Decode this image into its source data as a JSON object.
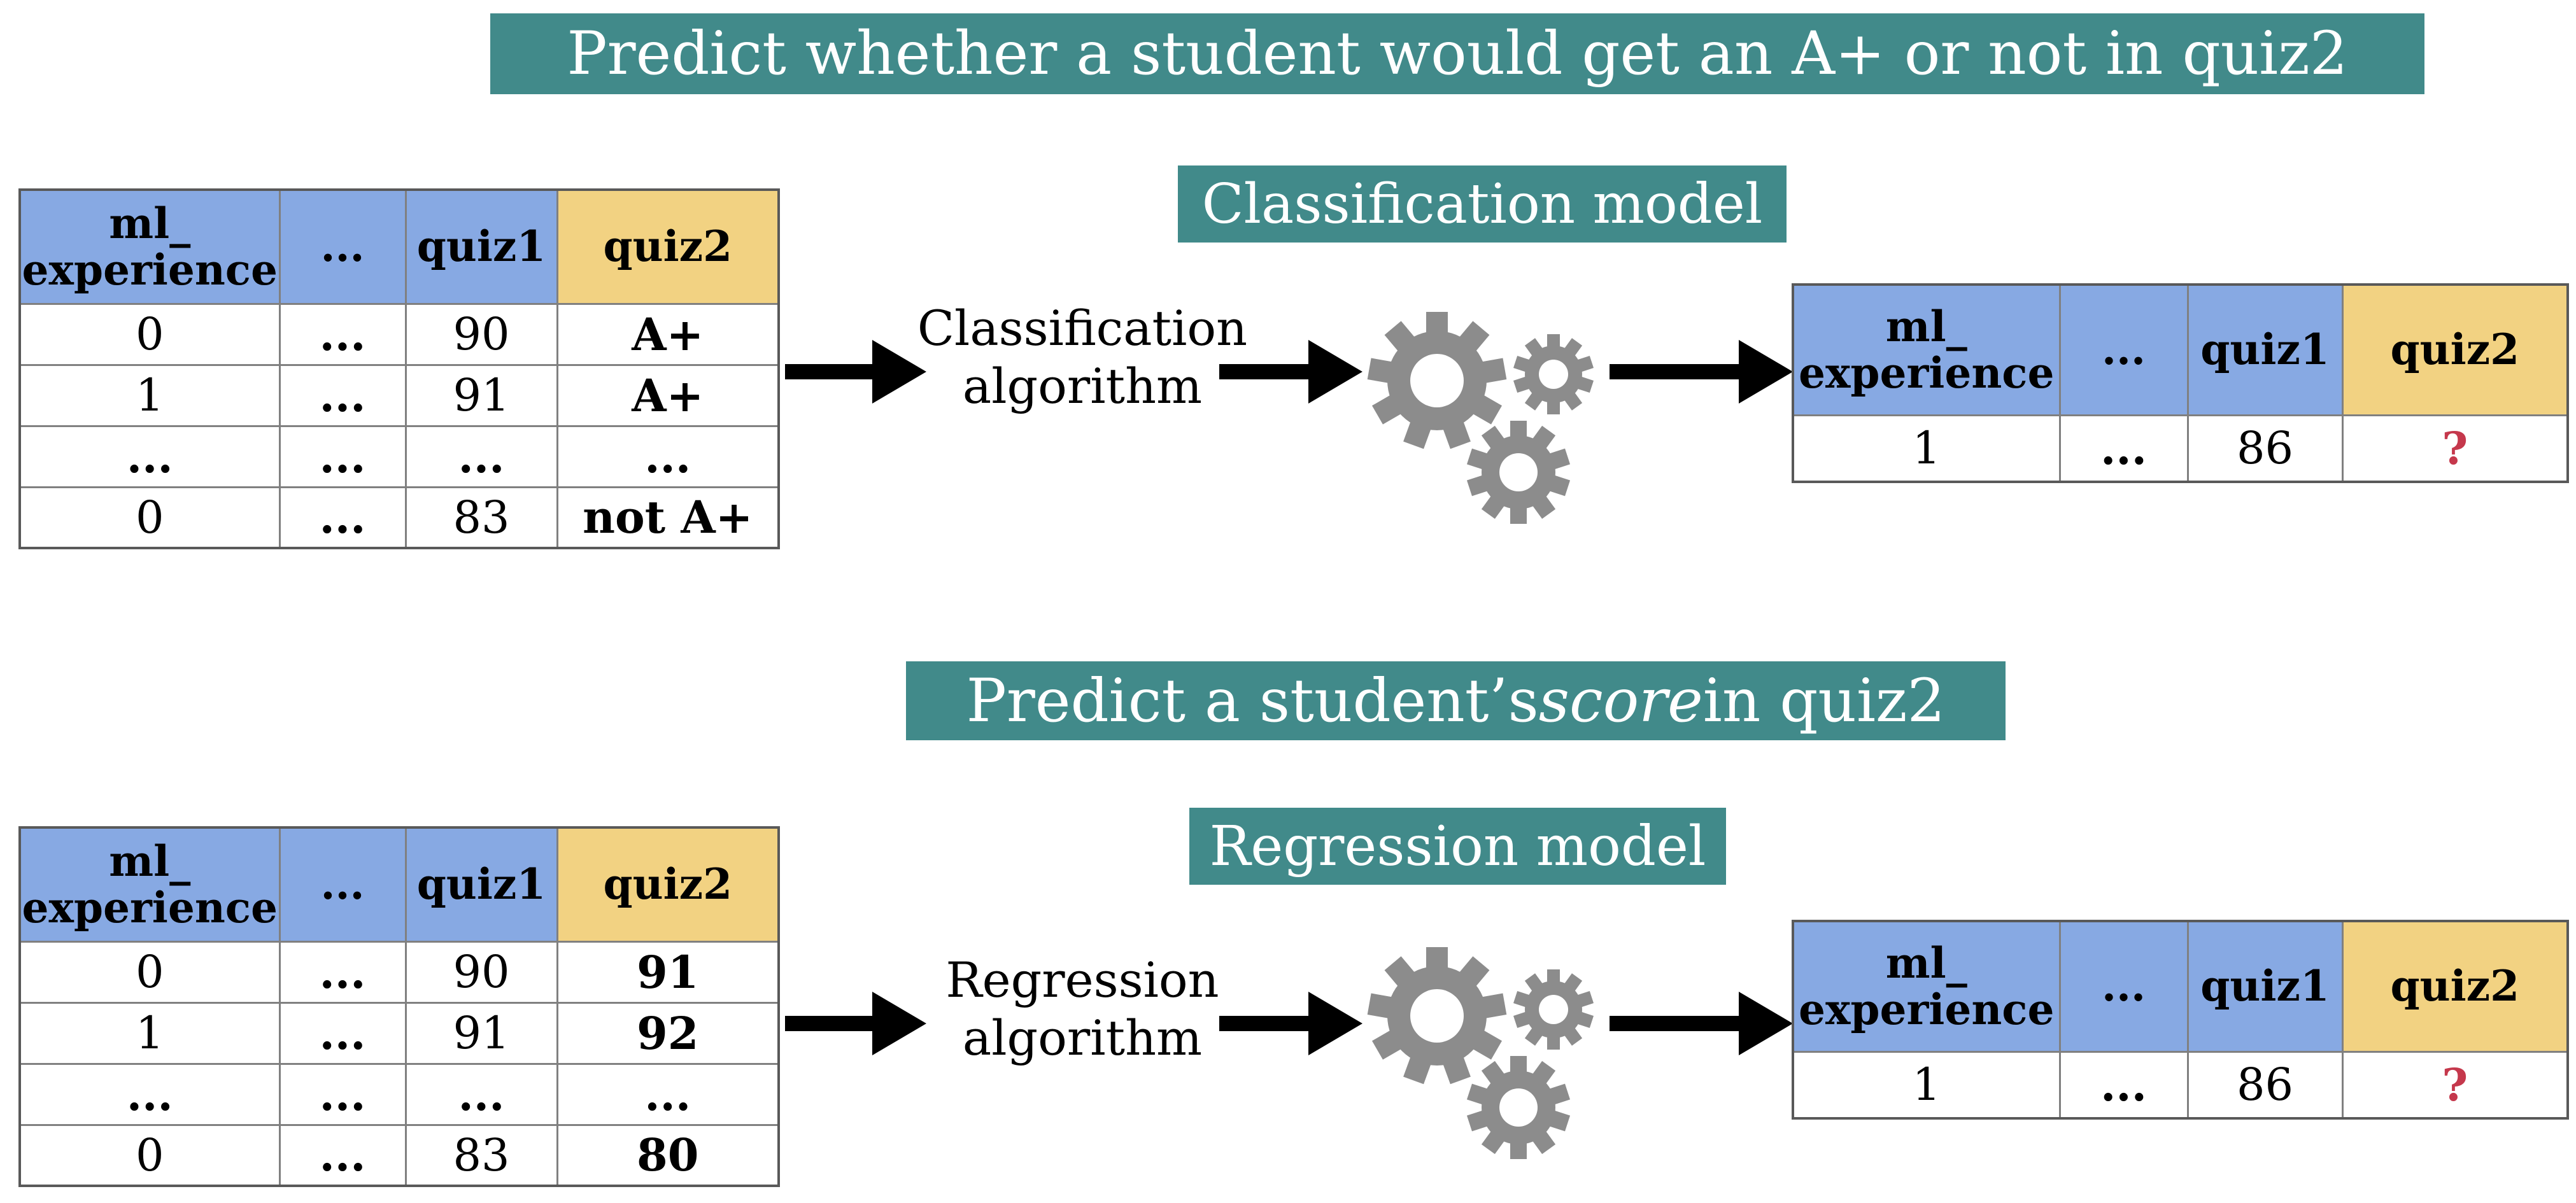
{
  "colors": {
    "teal": "#418a8a",
    "header_blue": "#87a9e3",
    "header_yellow": "#f2d282",
    "question_red": "#c5384c",
    "gear_gray": "#8c8c8c",
    "arrow_black": "#000000",
    "border_gray": "#808080",
    "banner_text": "#ffffff"
  },
  "top_section": {
    "title": "Predict whether a student would get an A+ or not in quiz2",
    "model_banner": "Classification model",
    "algorithm": {
      "line1": "Classification",
      "line2": "algorithm"
    },
    "training_table": {
      "columns": [
        "ml_\nexperience",
        "...",
        "quiz1",
        "quiz2"
      ],
      "rows": [
        [
          "0",
          "...",
          "90",
          "A+"
        ],
        [
          "1",
          "...",
          "91",
          "A+"
        ],
        [
          "...",
          "...",
          "...",
          "..."
        ],
        [
          "0",
          "...",
          "83",
          "not A+"
        ]
      ]
    },
    "prediction_table": {
      "columns": [
        "ml_\nexperience",
        "...",
        "quiz1",
        "quiz2"
      ],
      "rows": [
        [
          "1",
          "...",
          "86",
          "?"
        ]
      ]
    }
  },
  "bottom_section": {
    "title_prefix": "Predict a student’s ",
    "title_italic": "score",
    "title_suffix": " in quiz2",
    "model_banner": "Regression model",
    "algorithm": {
      "line1": "Regression",
      "line2": "algorithm"
    },
    "training_table": {
      "columns": [
        "ml_\nexperience",
        "...",
        "quiz1",
        "quiz2"
      ],
      "rows": [
        [
          "0",
          "...",
          "90",
          "91"
        ],
        [
          "1",
          "...",
          "91",
          "92"
        ],
        [
          "...",
          "...",
          "...",
          "..."
        ],
        [
          "0",
          "...",
          "83",
          "80"
        ]
      ]
    },
    "prediction_table": {
      "columns": [
        "ml_\nexperience",
        "...",
        "quiz1",
        "quiz2"
      ],
      "rows": [
        [
          "1",
          "...",
          "86",
          "?"
        ]
      ]
    }
  }
}
